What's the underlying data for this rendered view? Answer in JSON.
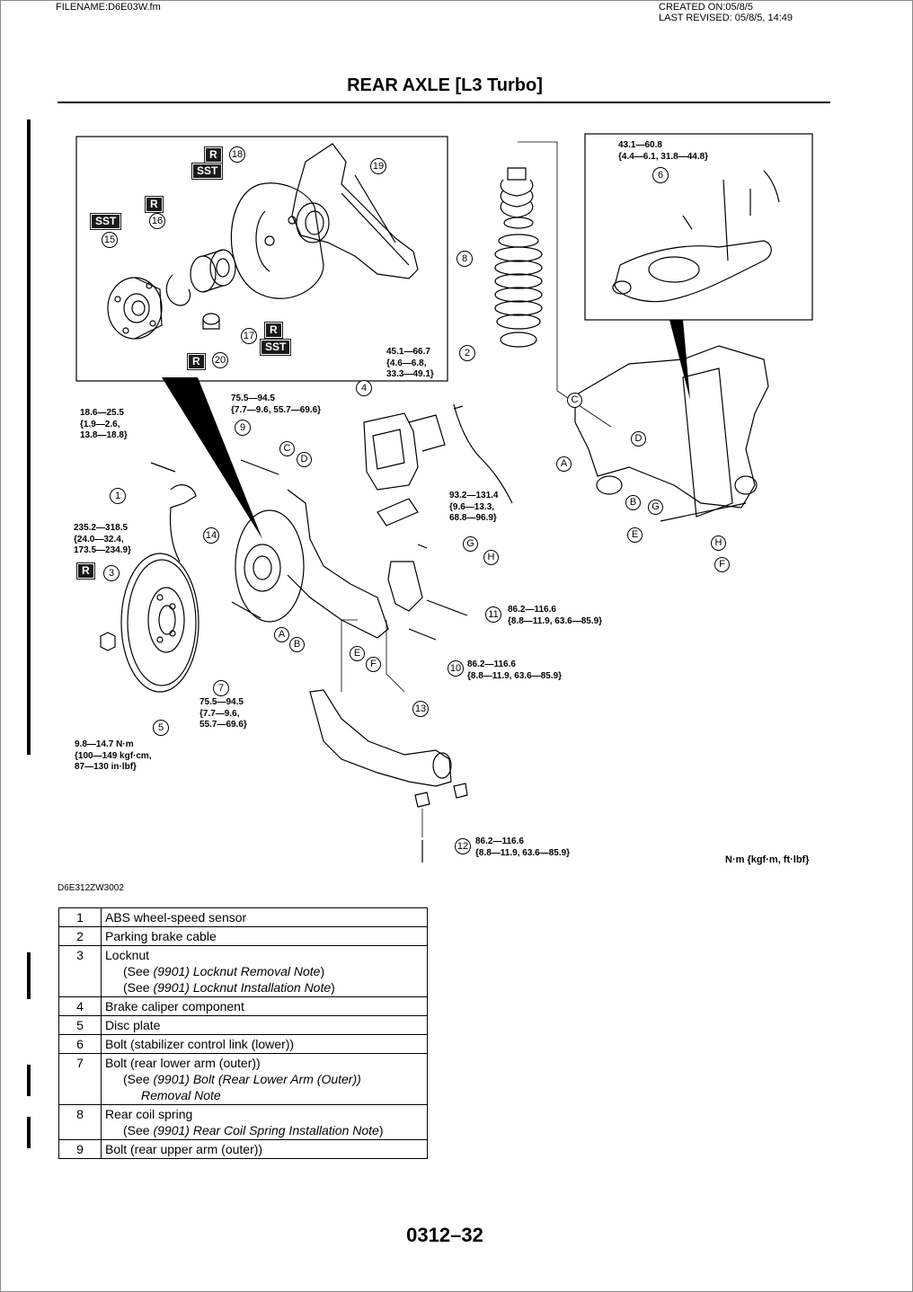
{
  "header": {
    "filename": "FILENAME:D6E03W.fm",
    "created": "CREATED ON:05/8/5",
    "revised": "LAST REVISED: 05/8/5, 14:49"
  },
  "title": "REAR AXLE [L3 Turbo]",
  "figure": {
    "code": "D6E312ZW3002",
    "units": "N·m {kgf·m, ft·lbf}",
    "torques": [
      "43.1—60.8\n{4.4—6.1, 31.8—44.8}",
      "45.1—66.7\n{4.6—6.8,\n33.3—49.1}",
      "75.5—94.5\n{7.7—9.6, 55.7—69.6}",
      "18.6—25.5\n{1.9—2.6,\n13.8—18.8}",
      "235.2—318.5\n{24.0—32.4,\n173.5—234.9}",
      "93.2—131.4\n{9.6—13.3,\n68.8—96.9}",
      "86.2—116.6\n{8.8—11.9, 63.6—85.9}",
      "86.2—116.6\n{8.8—11.9, 63.6—85.9}",
      "75.5—94.5\n{7.7—9.6,\n55.7—69.6}",
      "9.8—14.7 N·m\n{100—149 kgf·cm,\n87—130 in·lbf}",
      "86.2—116.6\n{8.8—11.9, 63.6—85.9}"
    ],
    "callouts": [
      "1",
      "2",
      "3",
      "4",
      "5",
      "6",
      "7",
      "8",
      "9",
      "10",
      "11",
      "12",
      "13",
      "14",
      "15",
      "16",
      "17",
      "18",
      "19",
      "20"
    ],
    "letters": [
      "A",
      "B",
      "C",
      "D",
      "E",
      "F",
      "G",
      "H"
    ],
    "tags": {
      "r": "R",
      "sst": "SST"
    }
  },
  "parts": [
    {
      "num": "1",
      "name": "ABS wheel-speed sensor"
    },
    {
      "num": "2",
      "name": "Parking brake cable"
    },
    {
      "num": "3",
      "name": "Locknut",
      "n1a": "(See ",
      "n1b": "(9901) Locknut Removal Note",
      "n1c": ")",
      "n2a": "(See ",
      "n2b": "(9901) Locknut Installation Note",
      "n2c": ")"
    },
    {
      "num": "4",
      "name": "Brake caliper component"
    },
    {
      "num": "5",
      "name": "Disc plate"
    },
    {
      "num": "6",
      "name": "Bolt (stabilizer control link (lower))"
    },
    {
      "num": "7",
      "name": "Bolt (rear lower arm (outer))",
      "n1a": "(See ",
      "n1b": "(9901) Bolt (Rear Lower Arm (Outer))",
      "n1d": "Removal Note"
    },
    {
      "num": "8",
      "name": "Rear coil spring",
      "n1a": "(See ",
      "n1b": "(9901) Rear Coil Spring Installation Note",
      "n1c": ")"
    },
    {
      "num": "9",
      "name": "Bolt (rear upper arm (outer))"
    }
  ],
  "page_number": "0312–32"
}
